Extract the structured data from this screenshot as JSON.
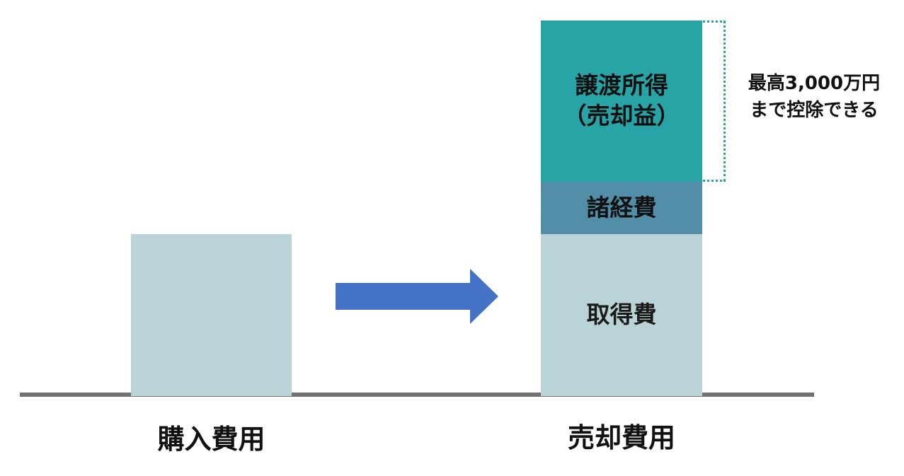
{
  "before": {
    "label": "購入費用"
  },
  "after": {
    "label": "売却費用",
    "segments": {
      "acquisition": "取得費",
      "expenses": "諸経費",
      "gain": "譲渡所得\n（売却益）"
    }
  },
  "note": "最高3,000万円\nまで控除できる",
  "colors": {
    "light_teal": "#b9d3d6",
    "steel_blue": "#528ea8",
    "teal": "#29a4a6",
    "arrow_blue": "#4472c4",
    "baseline_gray": "#717171"
  }
}
